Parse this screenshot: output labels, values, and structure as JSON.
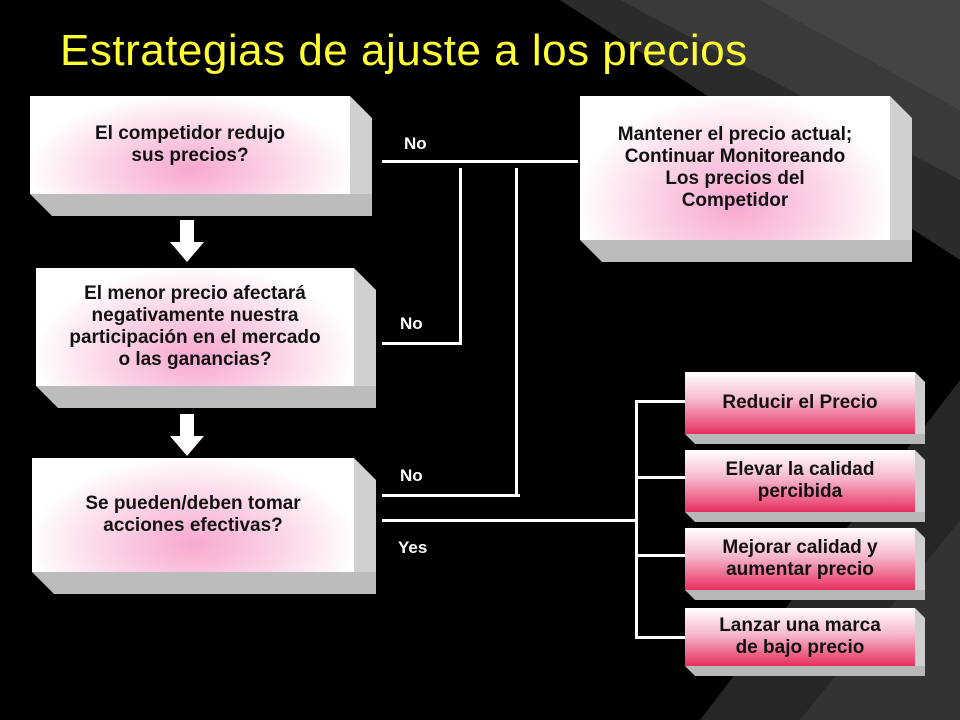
{
  "slide": {
    "title": "Estrategias de ajuste a los precios",
    "title_color": "#ffff33",
    "background_color": "#000000"
  },
  "questions": {
    "q1": "El competidor redujo\nsus precios?",
    "q2": "El menor precio afectará\nnegativamente nuestra\nparticipación en el mercado\no las ganancias?",
    "q3": "Se pueden/deben tomar\nacciones efectivas?"
  },
  "outcome": {
    "keep": "Mantener el precio actual;\nContinuar Monitoreando\nLos precios del\nCompetidor"
  },
  "labels": {
    "no_1": "No",
    "no_2": "No",
    "no_3": "No",
    "yes": "Yes"
  },
  "actions": [
    "Reducir el Precio",
    "Elevar la calidad\npercibida",
    "Mejorar calidad y\naumentar precio",
    "Lanzar una marca\nde bajo precio"
  ],
  "colors": {
    "question_glow": "#f7a8cf",
    "action_gradient_end": "#e8305f",
    "connector": "#ffffff"
  }
}
